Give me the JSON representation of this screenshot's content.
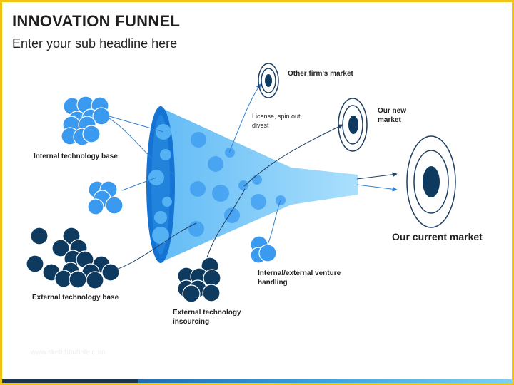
{
  "slide": {
    "title": "INNOVATION FUNNEL",
    "subtitle": "Enter your sub headline here",
    "watermark": "www.sketchbubble.com"
  },
  "labels": {
    "internal_tech_base": "Internal technology base",
    "external_tech_base": "External technology base",
    "external_insourcing_line1": "External technology",
    "external_insourcing_line2": "insourcing",
    "venture_line1": "Internal/external venture",
    "venture_line2": "handling",
    "license_line1": "License, spin out,",
    "license_line2": "divest",
    "other_market": "Other firm’s market",
    "new_market_line1": "Our new",
    "new_market_line2": "market",
    "current_market": "Our current market"
  },
  "colors": {
    "light_blue": "#3a9af0",
    "dark_navy": "#0f3a5f",
    "funnel_body": "#8fd2fb",
    "funnel_rim": "#1573d3",
    "arrow_blue": "#2f80d0",
    "target_ring": "#1e3f63",
    "accent_border": "#f2c418"
  }
}
